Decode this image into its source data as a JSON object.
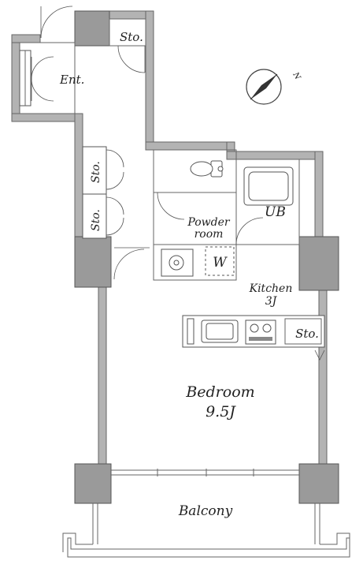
{
  "labels": {
    "storage_top": "Sto.",
    "entrance": "Ent.",
    "storage_mid": "Sto.",
    "storage_low": "Sto.",
    "powder_room_line1": "Powder",
    "powder_room_line2": "room",
    "unit_bath": "UB",
    "washer": "W",
    "kitchen": "Kitchen",
    "kitchen_size": "3J",
    "storage_kitchen": "Sto.",
    "bedroom": "Bedroom",
    "bedroom_size": "9.5J",
    "balcony": "Balcony",
    "north_mark": "N"
  },
  "colors": {
    "wall": "#b3b3b3",
    "pillar": "#9a9a9a",
    "outline": "#555555"
  }
}
